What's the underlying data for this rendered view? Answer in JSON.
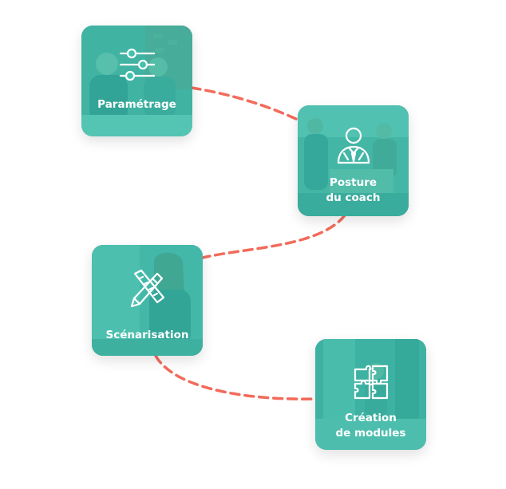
{
  "colors": {
    "card_tint": "#30BEAA",
    "connector": "#F26B5B",
    "label": "#FFFFFF"
  },
  "steps": [
    {
      "label": "Paramétrage",
      "icon": "sliders-icon"
    },
    {
      "label": "Posture\ndu coach",
      "icon": "coach-user-icon"
    },
    {
      "label": "Scénarisation",
      "icon": "pencil-ruler-icon"
    },
    {
      "label": "Création\nde modules",
      "icon": "puzzle-icon"
    }
  ]
}
